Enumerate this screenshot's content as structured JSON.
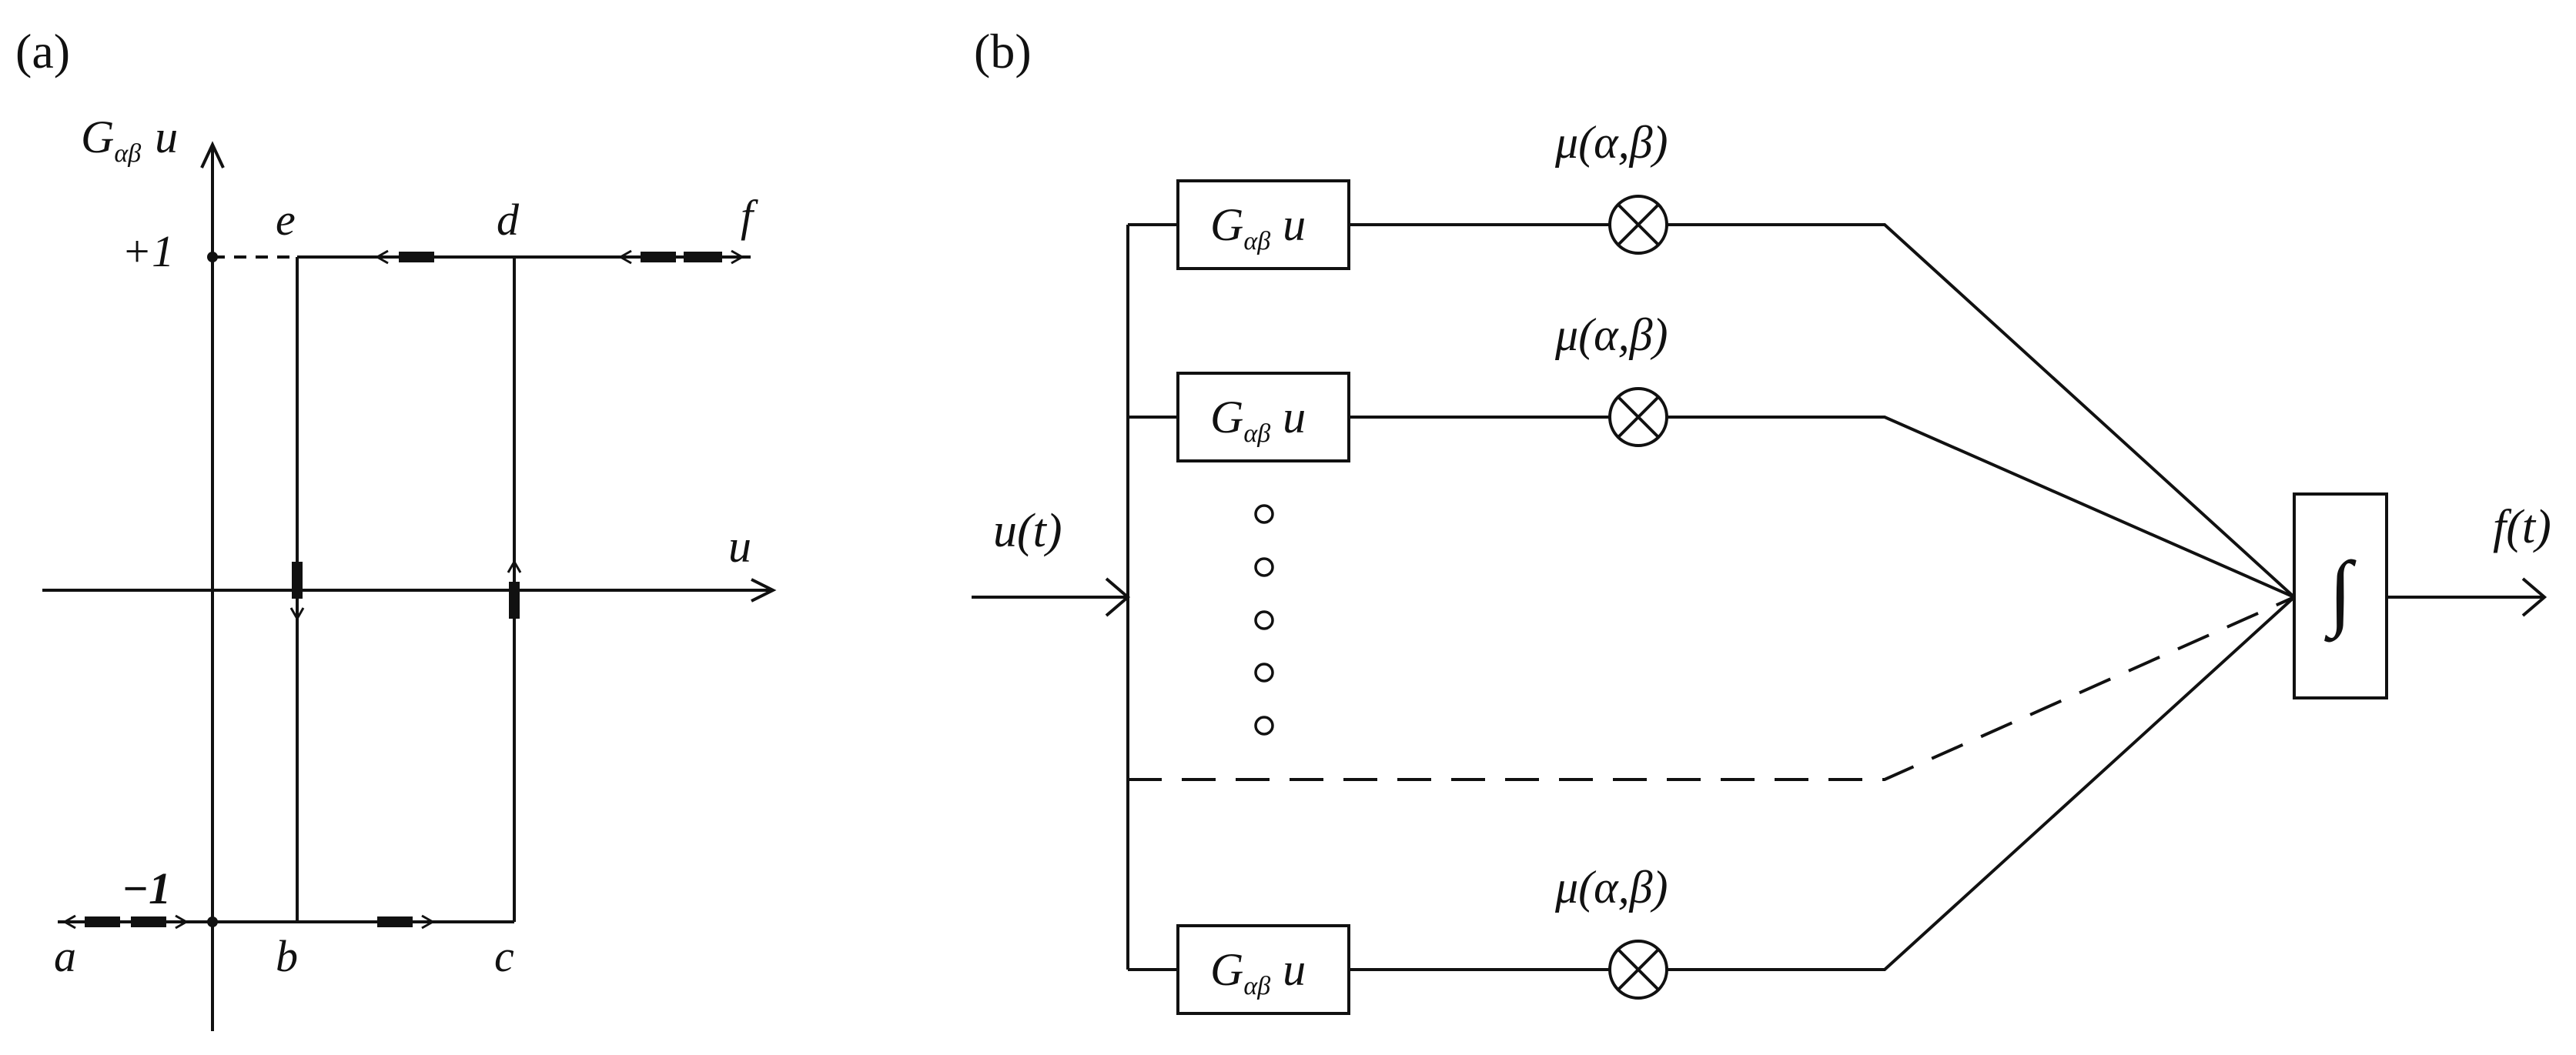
{
  "panel_a": {
    "label": "(a)",
    "y_axis_label_main": "G",
    "y_axis_label_sub": "αβ",
    "y_axis_label_var": "u",
    "x_axis_label": "u",
    "plus_one": "+1",
    "minus_one": "−1",
    "points": {
      "a": "a",
      "b": "b",
      "c": "c",
      "d": "d",
      "e": "e",
      "f": "f"
    }
  },
  "panel_b": {
    "label": "(b)",
    "input_label": "u(t)",
    "output_label": "f(t)",
    "operator_main": "G",
    "operator_sub": "αβ",
    "operator_var": "u",
    "weight_label": "μ(α,β)",
    "integrator_symbol": "∫"
  }
}
